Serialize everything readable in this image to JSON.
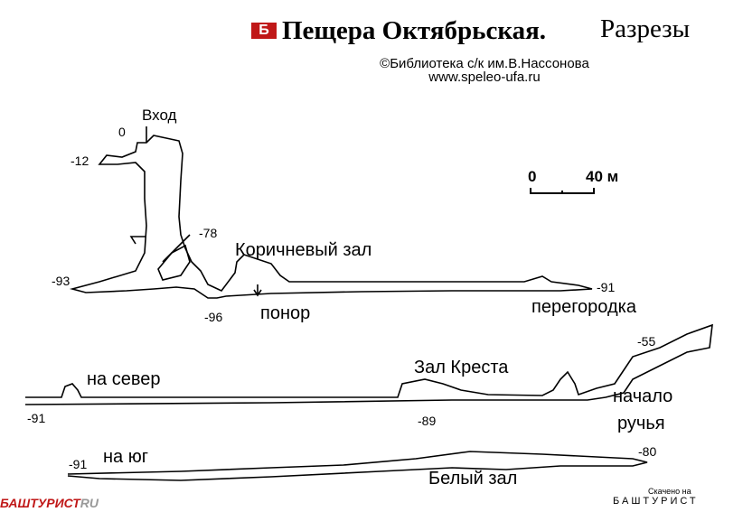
{
  "title": {
    "logo_letter": "Б",
    "main": "Пещера Октябрьская.",
    "sub": "Разрезы"
  },
  "credit": {
    "line1": "©Библиотека с/к им.В.Нассонова",
    "line2": "www.speleo-ufa.ru"
  },
  "scale": {
    "zero": "0",
    "forty": "40 м"
  },
  "section1": {
    "entrance": "Вход",
    "d0": "0",
    "d12": "-12",
    "d78": "-78",
    "brown_hall": "Коричневый зал",
    "d93": "-93",
    "d96": "-96",
    "ponor": "понор",
    "d91": "-91",
    "partition": "перегородка"
  },
  "section2": {
    "d55": "-55",
    "north": "на север",
    "cross_hall": "Зал Креста",
    "stream_start_1": "начало",
    "stream_start_2": "ручья",
    "d91": "-91",
    "d89": "-89"
  },
  "section3": {
    "d91": "-91",
    "south": "на юг",
    "d80": "-80",
    "white_hall": "Белый зал"
  },
  "footer": {
    "downloaded": "Скачено на",
    "site": "БАШТУРИСТ",
    "logo_main": "БАШТУРИСТ",
    "logo_ru": "RU"
  },
  "colors": {
    "logo_red": "#c01818",
    "ink": "#000000"
  }
}
